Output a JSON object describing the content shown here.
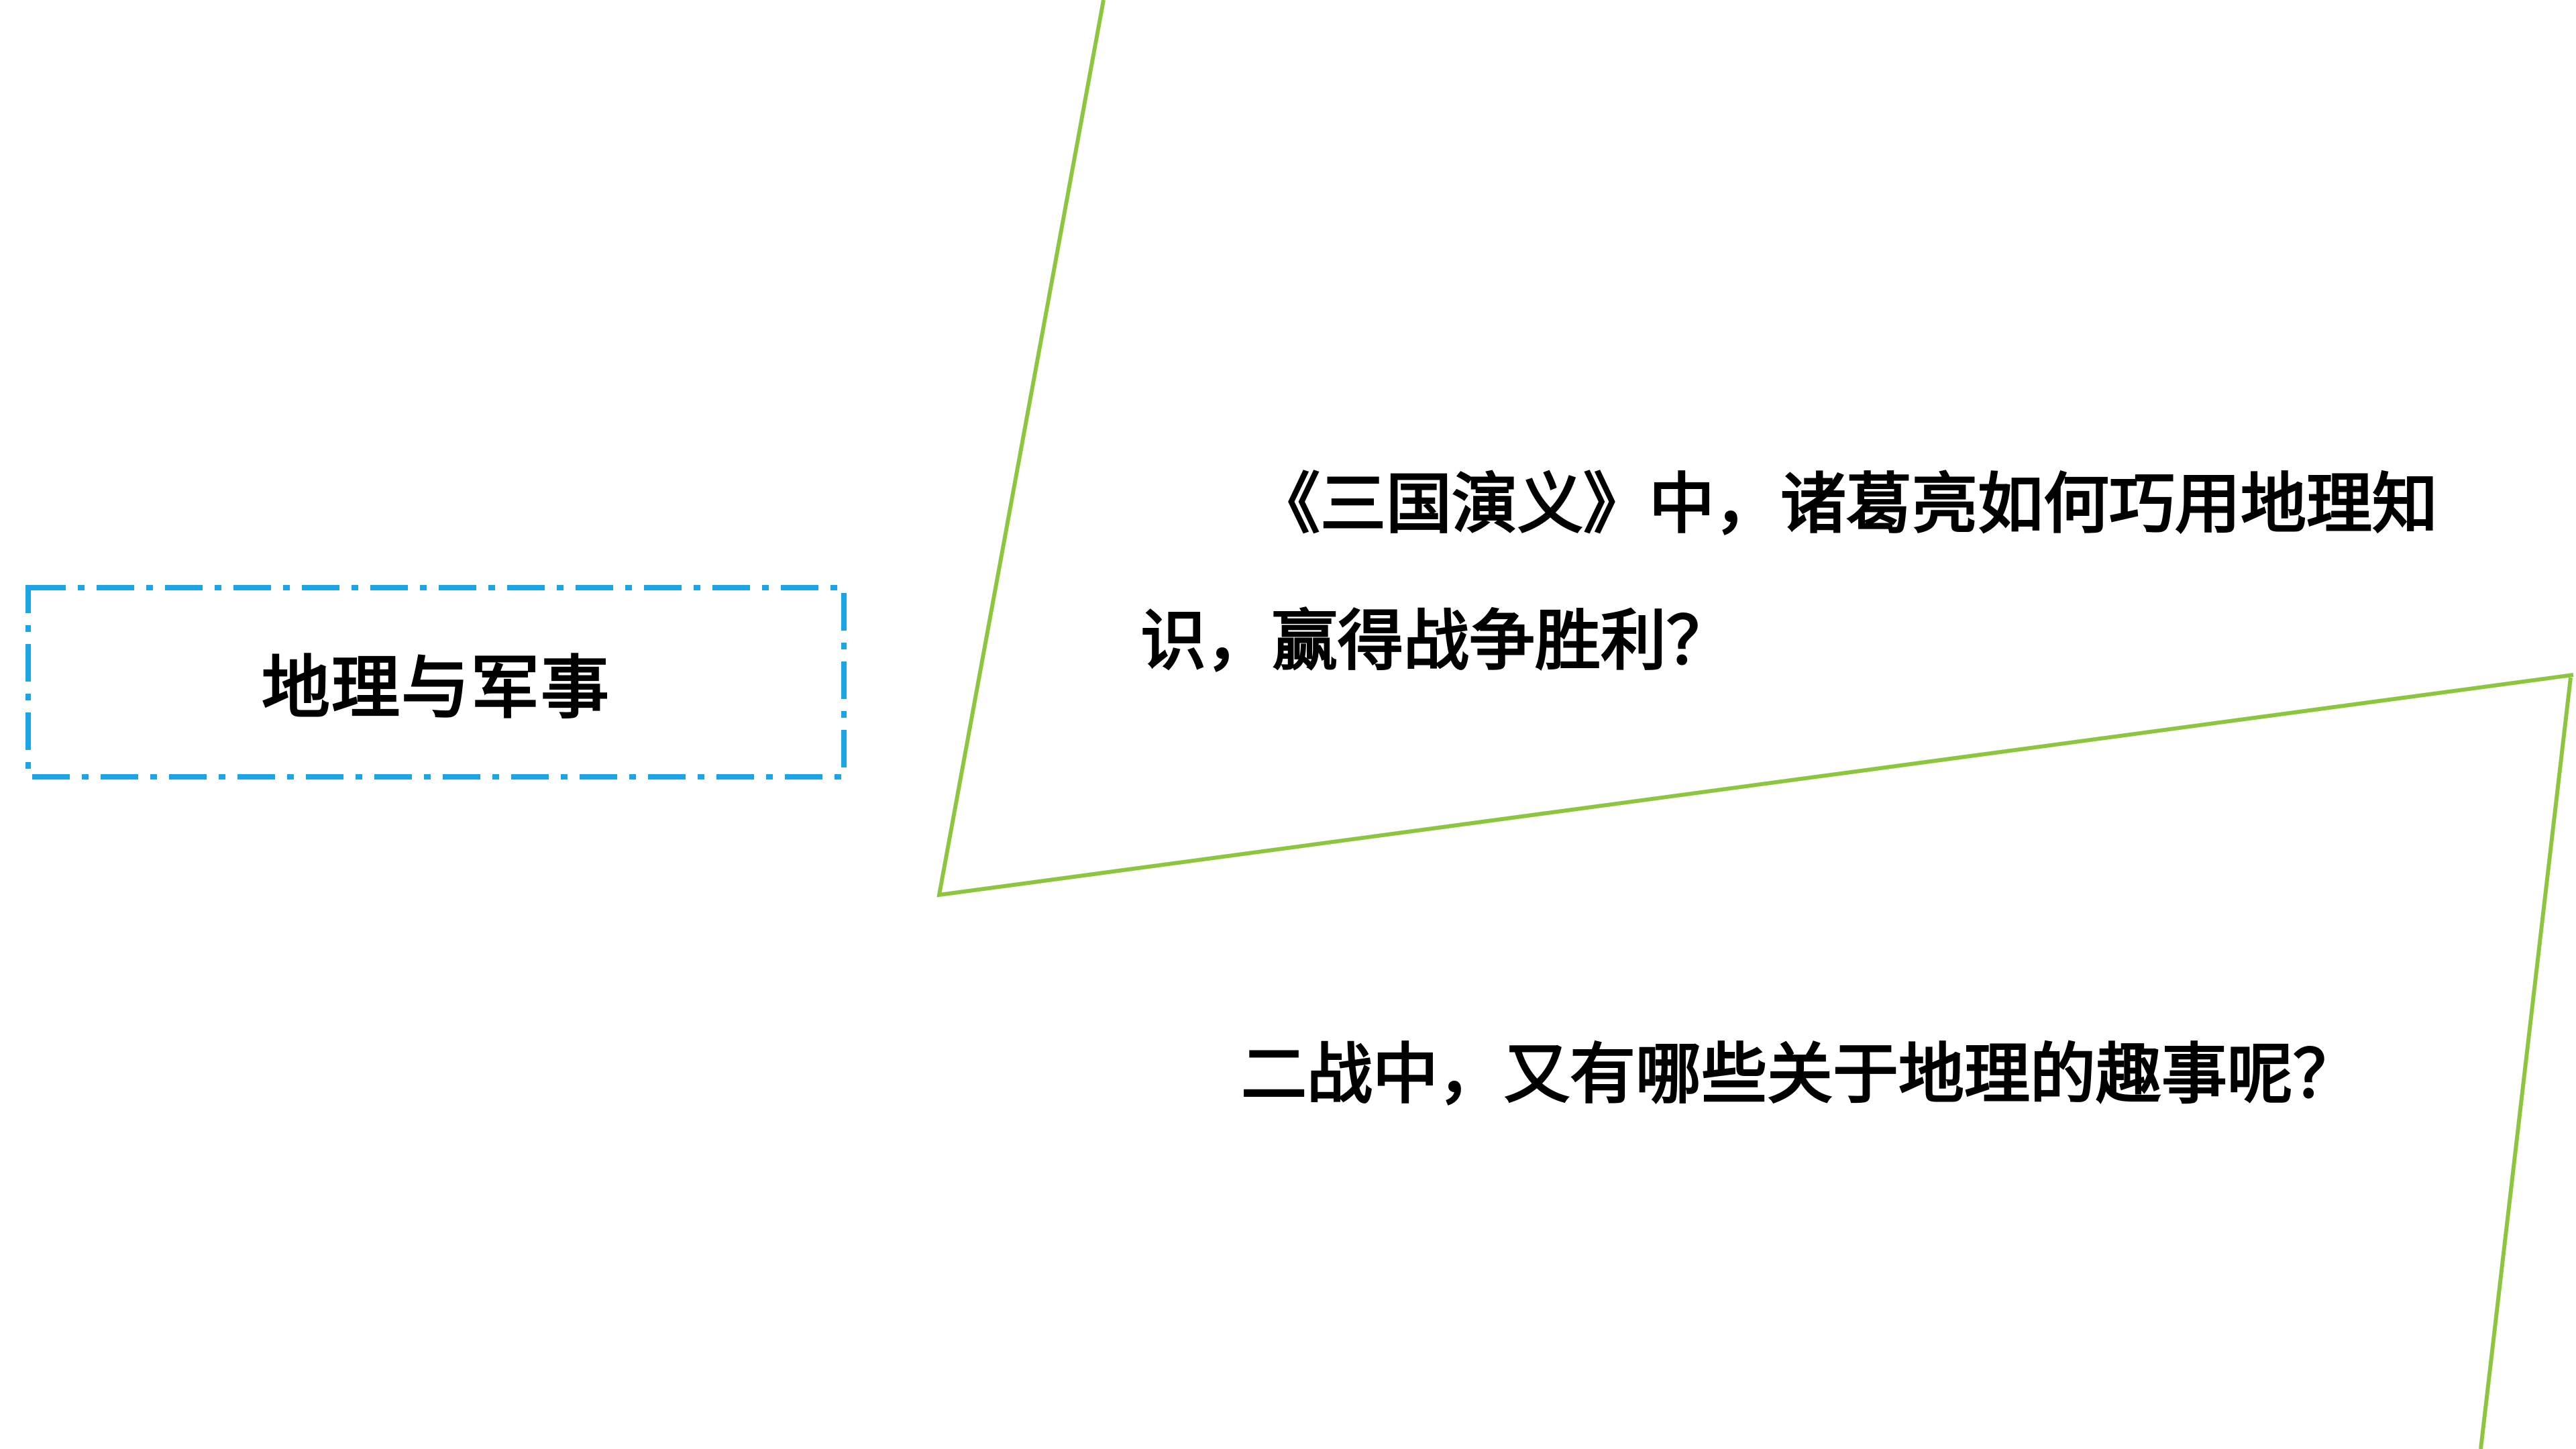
{
  "slide": {
    "title": "地理与军事",
    "question_one": "《三国演义》中，诸葛亮如何巧用地理知识，赢得战争胜利？",
    "question_two": "二战中，又有哪些关于地理的趣事呢？"
  },
  "colors": {
    "title_border": "#1aa6e6",
    "accent_line": "#8cc63f",
    "text": "#000000",
    "background": "#ffffff"
  }
}
